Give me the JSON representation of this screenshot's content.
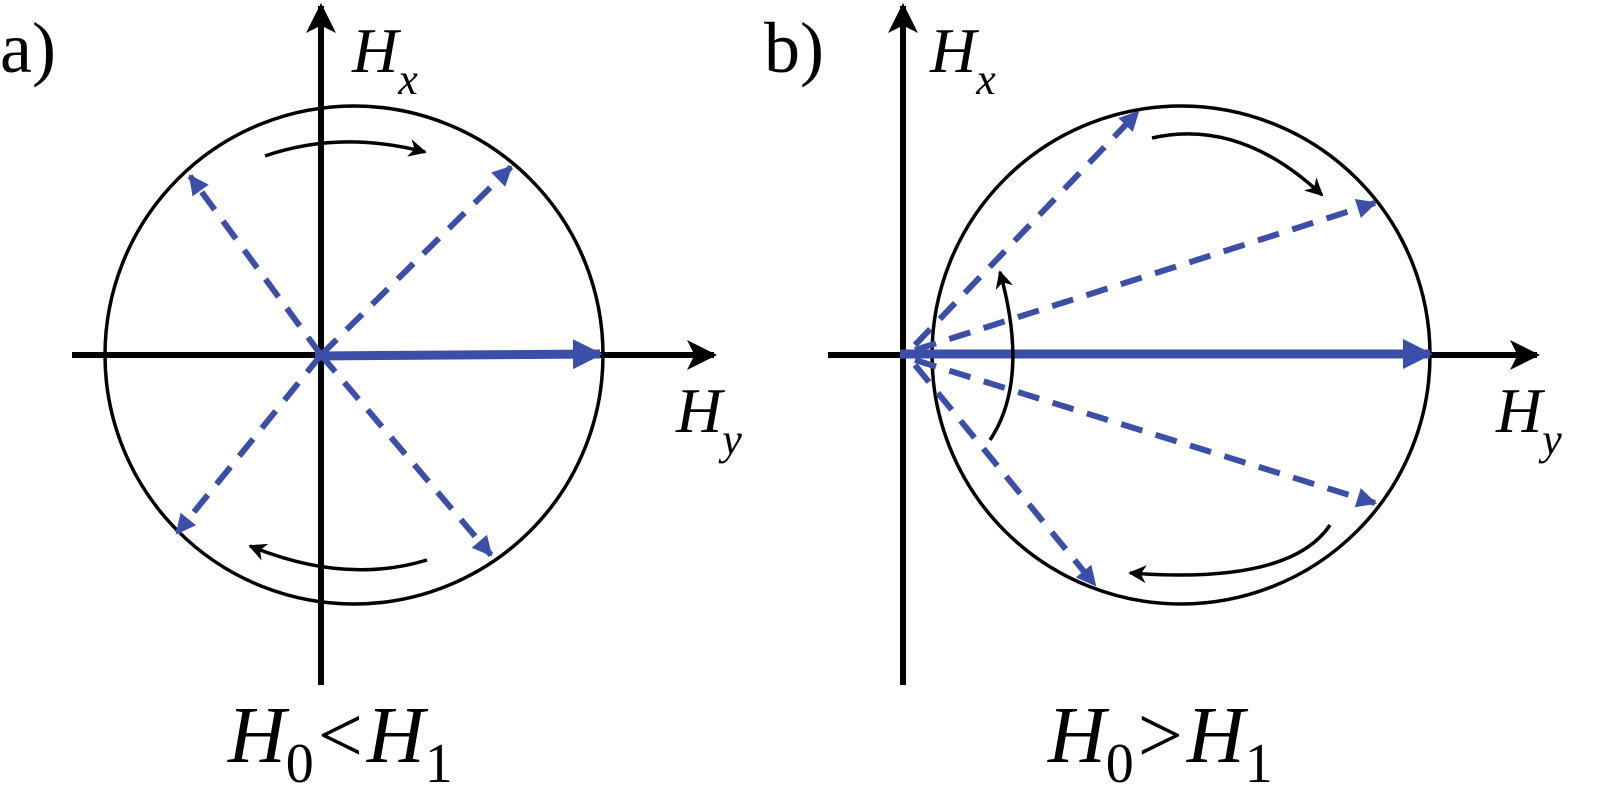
{
  "colors": {
    "axis": "#000000",
    "field_vector": "#3b4fa8",
    "circle": "#000000"
  },
  "panels": [
    {
      "label": "a)",
      "x_axis": {
        "main": "H",
        "sub": "y"
      },
      "y_axis": {
        "main": "H",
        "sub": "x"
      },
      "condition": {
        "left_main": "H",
        "left_sub": "0",
        "operator": "<",
        "right_main": "H",
        "right_sub": "1"
      }
    },
    {
      "label": "b)",
      "x_axis": {
        "main": "H",
        "sub": "y"
      },
      "y_axis": {
        "main": "H",
        "sub": "x"
      },
      "condition": {
        "left_main": "H",
        "left_sub": "0",
        "operator": ">",
        "right_main": "H",
        "right_sub": "1"
      }
    }
  ]
}
